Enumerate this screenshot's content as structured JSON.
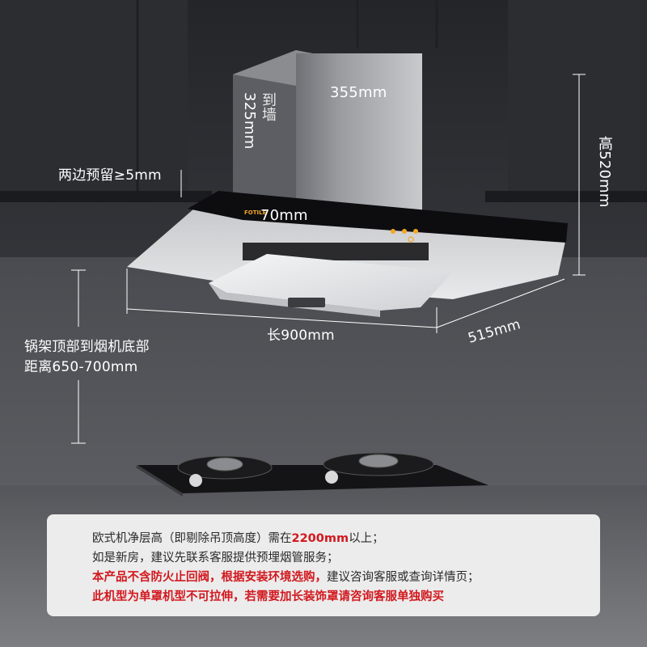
{
  "brand": {
    "logo_text": "FOTILE"
  },
  "dimensions": {
    "chimney_width": "355mm",
    "to_wall_top": "到墙",
    "to_wall_value": "325mm",
    "height": "高520mm",
    "side_clearance": "两边预留≥5mm",
    "panel_thickness": "70mm",
    "length": "长900mm",
    "depth": "515mm",
    "stove_distance_line1": "锅架顶部到烟机底部",
    "stove_distance_line2": "距离650-700mm"
  },
  "notes": {
    "line1": {
      "prefix": "欧式机净层高（即剔除吊顶高度）需在",
      "highlight": "2200mm",
      "suffix": "以上；"
    },
    "line2": "如是新房，建议先联系客服提供预埋烟管服务；",
    "line3": {
      "highlight": "本产品不含防火止回阀，根据安装环境选购，",
      "suffix": "建议咨询客服或查询详情页；"
    },
    "line4": "此机型为单罩机型不可拉伸，若需要加长装饰罩请咨询客服单独购买"
  },
  "colors": {
    "accent_red": "#d2181e",
    "panel_black": "#0d0d0f",
    "control_orange": "#f5a623"
  }
}
